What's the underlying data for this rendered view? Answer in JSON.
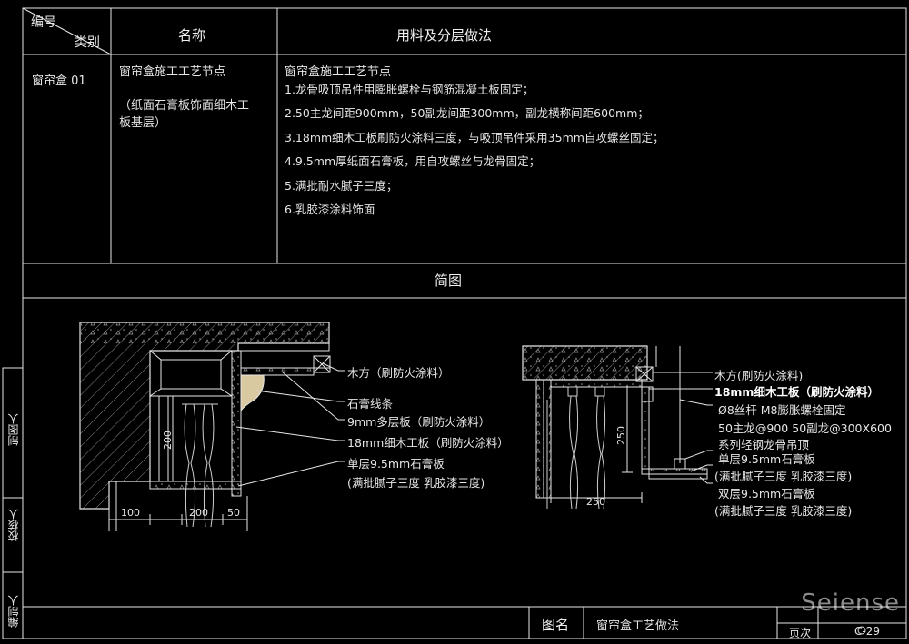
{
  "table": {
    "header": {
      "code_label": "编号",
      "category_label": "类别",
      "name_label": "名称",
      "method_label": "用料及分层做法"
    },
    "row": {
      "code": "窗帘盒 01",
      "name": "窗帘盒施工工艺节点",
      "name_sub_line1": "（纸面石膏板饰面细木工",
      "name_sub_line2": "板基层）",
      "method_title": "窗帘盒施工工艺节点",
      "steps": [
        "1.龙骨吸顶吊件用膨胀螺栓与钢筋混凝土板固定；",
        "2.50主龙间距900mm，50副龙间距300mm，副龙横称间距600mm；",
        "3.18mm细木工板刷防火涂料三度，与吸顶吊件采用35mm自攻螺丝固定；",
        "4.9.5mm厚纸面石膏板，用自攻螺丝与龙骨固定；",
        "5.满批耐水腻子三度；",
        "6.乳胶漆涂料饰面"
      ]
    },
    "diagram_label": "简图"
  },
  "left_detail": {
    "labels": [
      "木方（刷防火涂料）",
      "石膏线条",
      "9mm多层板（刷防火涂料）",
      "18mm细木工板（刷防火涂料）",
      "单层9.5mm石膏板",
      "(满批腻子三度 乳胶漆三度)"
    ],
    "dims": [
      "100",
      "200",
      "50",
      "200"
    ]
  },
  "right_detail": {
    "labels": [
      "木方(刷防火涂料)",
      "18mm细木工板（刷防火涂料）",
      "Ø8丝杆 M8膨胀螺栓固定",
      "50主龙@900   50副龙@300X600",
      "系列轻钢龙骨吊顶",
      "单层9.5mm石膏板",
      "(满批腻子三度 乳胶漆三度)",
      "双层9.5mm石膏板",
      "(满批腻子三度 乳胶漆三度)"
    ],
    "dims": [
      "250",
      "250"
    ]
  },
  "side_strip": [
    "制图人",
    "校核人",
    "编制人"
  ],
  "footer": {
    "drawing_name_label": "图名",
    "drawing_name": "窗帘盒工艺做法",
    "page_label": "页次",
    "page_number": "C-29"
  },
  "watermark": "Seiense",
  "colors": {
    "background": "#000000",
    "line": "#e6e6e6",
    "hatch": "#9a9a9a"
  }
}
